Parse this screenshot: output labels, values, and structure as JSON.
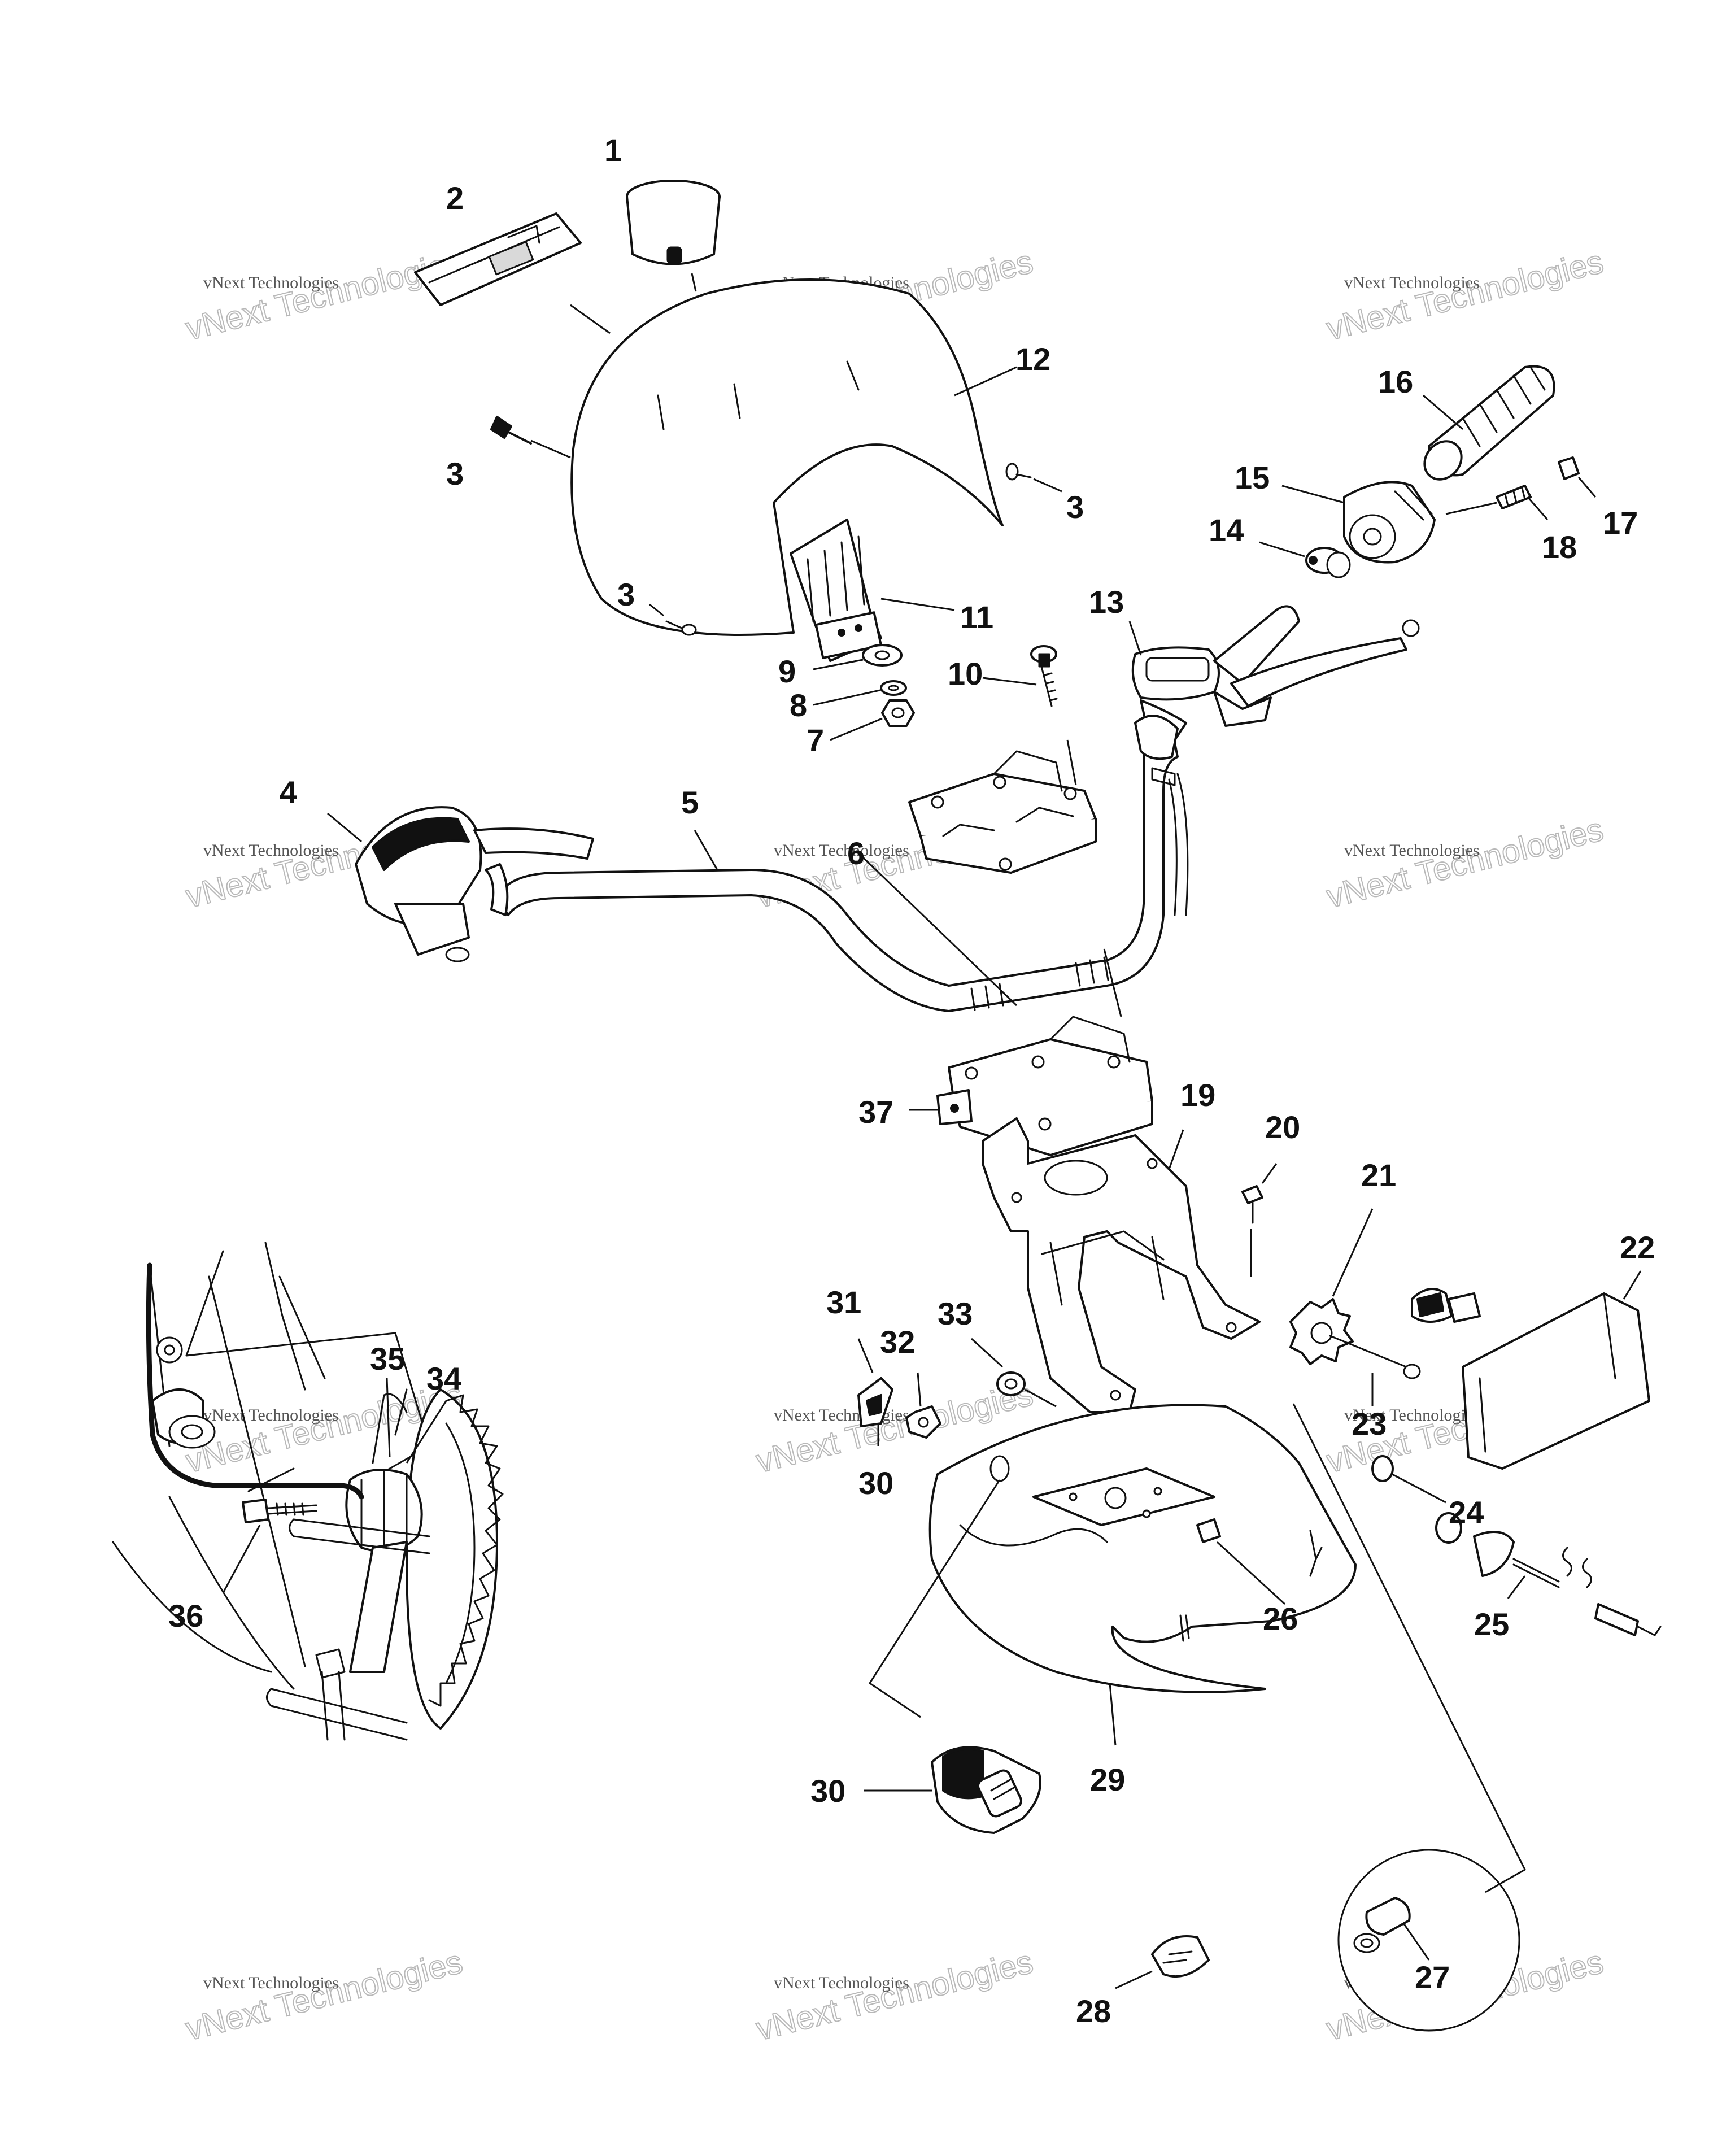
{
  "labels": {
    "p1": "1",
    "p2": "2",
    "p3a": "3",
    "p3b": "3",
    "p3c": "3",
    "p4": "4",
    "p5": "5",
    "p6": "6",
    "p7": "7",
    "p8": "8",
    "p9": "9",
    "p10": "10",
    "p11": "11",
    "p12": "12",
    "p13": "13",
    "p14": "14",
    "p15": "15",
    "p16": "16",
    "p17": "17",
    "p18": "18",
    "p19": "19",
    "p20": "20",
    "p21": "21",
    "p22": "22",
    "p23": "23",
    "p24": "24",
    "p25": "25",
    "p26": "26",
    "p27": "27",
    "p28": "28",
    "p29": "29",
    "p30a": "30",
    "p30b": "30",
    "p31": "31",
    "p32": "32",
    "p33": "33",
    "p34": "34",
    "p35": "35",
    "p36": "36",
    "p37": "37"
  },
  "watermark": {
    "line1": "vNext Technologies",
    "line2": "vNext Technologies"
  },
  "colors": {
    "ink": "#111111",
    "paper": "#ffffff",
    "watermark": "#b8b8b8"
  }
}
